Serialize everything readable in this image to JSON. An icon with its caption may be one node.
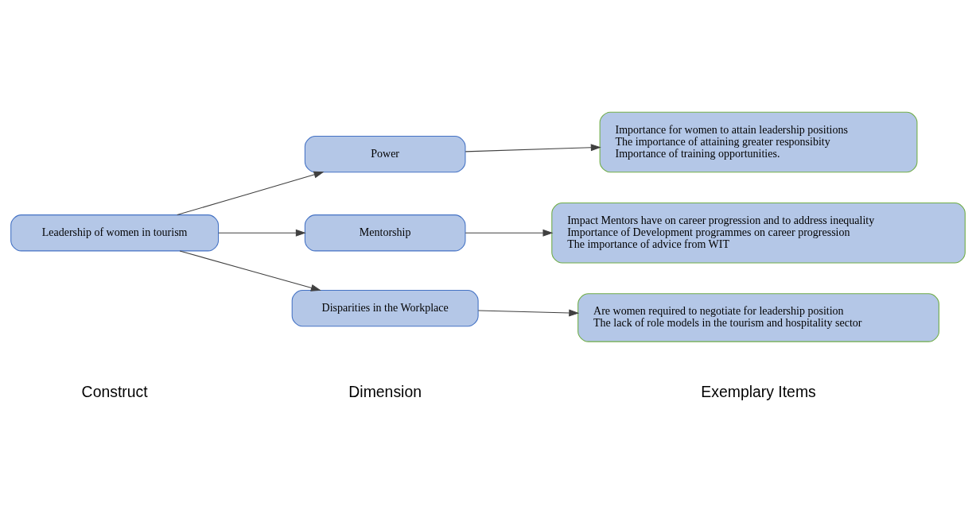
{
  "diagram": {
    "nodes": [
      {
        "text": [
          "Leadership of women in tourism"
        ]
      },
      {
        "text": [
          "Power"
        ]
      },
      {
        "text": [
          "Mentorship"
        ]
      },
      {
        "text": [
          "Disparities in the Workplace"
        ]
      },
      {
        "text": [
          "Importance for women to attain leadership positions",
          "The importance of attaining greater responsibity",
          "Importance of training opportunities."
        ]
      },
      {
        "text": [
          "Impact Mentors have on career progression and to address inequality",
          "Importance of Development programmes on career progression",
          "The importance of advice from WIT"
        ]
      },
      {
        "text": [
          "Are women required to negotiate for leadership position",
          "The lack of role models in the tourism and hospitality sector"
        ]
      }
    ],
    "edges": [
      {
        "from": 0,
        "to": 1,
        "arrow": "to"
      },
      {
        "from": 0,
        "to": 2,
        "arrow": "to"
      },
      {
        "from": 0,
        "to": 3,
        "arrow": "to"
      },
      {
        "from": 1,
        "to": 4,
        "arrow": "to"
      },
      {
        "from": 2,
        "to": 5,
        "arrow": "to"
      },
      {
        "from": 3,
        "to": 6,
        "arrow": "to"
      }
    ],
    "labels": [
      "Construct",
      "Dimension",
      "Exemplary Items"
    ]
  }
}
